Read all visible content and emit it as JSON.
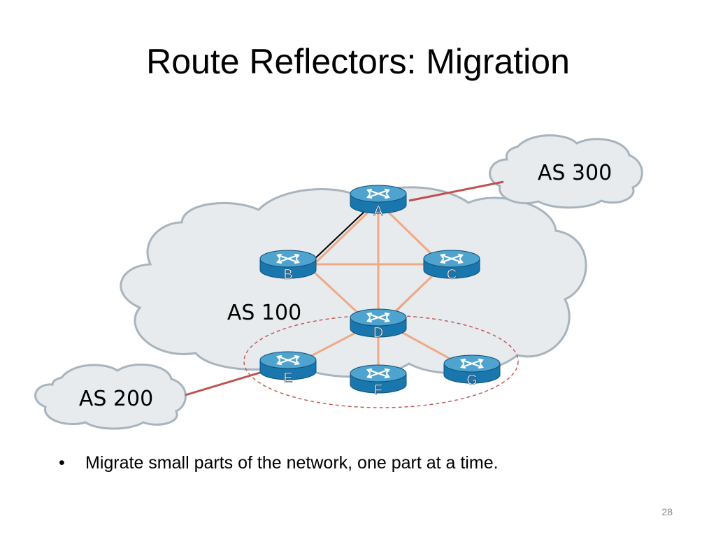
{
  "slide": {
    "title": "Route Reflectors: Migration",
    "page_number": "28"
  },
  "diagram": {
    "clouds": [
      {
        "id": "as300",
        "label": "AS 300"
      },
      {
        "id": "as100",
        "label": "AS 100"
      },
      {
        "id": "as200",
        "label": "AS 200"
      }
    ],
    "routers": [
      {
        "id": "A",
        "label": "A"
      },
      {
        "id": "B",
        "label": "B"
      },
      {
        "id": "C",
        "label": "C"
      },
      {
        "id": "D",
        "label": "D"
      },
      {
        "id": "E",
        "label": "E"
      },
      {
        "id": "F",
        "label": "F"
      },
      {
        "id": "G",
        "label": "G"
      }
    ],
    "colors": {
      "cloud_fill": "#e7ebee",
      "cloud_edge": "#a8b4bd",
      "router_top": "#4fa3cf",
      "router_body": "#1a77ad",
      "ibgp_link": "#f0a985",
      "ebgp_link": "#c0504d",
      "physical_link": "#000000",
      "cluster_outline": "#c0504d"
    }
  },
  "bullets": [
    "Migrate small parts of the network, one part at a time."
  ]
}
